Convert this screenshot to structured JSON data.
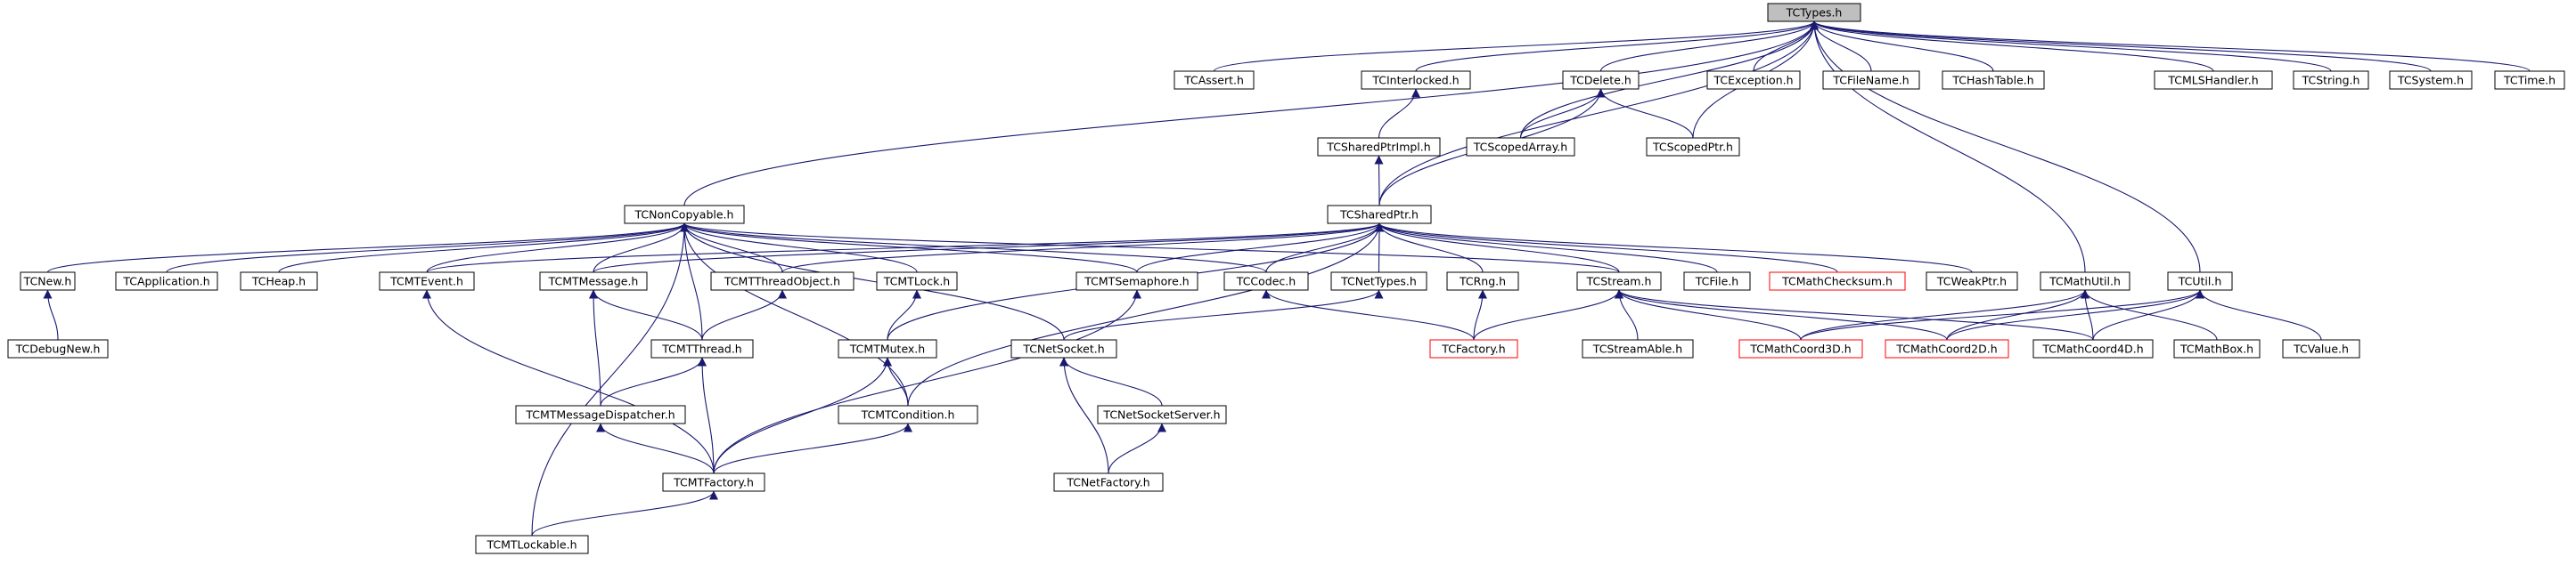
{
  "colors": {
    "edge": "#191970",
    "root_fill": "#bfbfbf",
    "missing_border": "#ff0000"
  },
  "nodes": [
    {
      "id": "types",
      "label": "TCTypes.h",
      "root": true
    },
    {
      "id": "noncopy",
      "label": "TCNonCopyable.h"
    },
    {
      "id": "assert",
      "label": "TCAssert.h"
    },
    {
      "id": "interlocked",
      "label": "TCInterlocked.h"
    },
    {
      "id": "delete",
      "label": "TCDelete.h"
    },
    {
      "id": "exception",
      "label": "TCException.h"
    },
    {
      "id": "filename",
      "label": "TCFileName.h"
    },
    {
      "id": "hashtable",
      "label": "TCHashTable.h"
    },
    {
      "id": "mlshandler",
      "label": "TCMLSHandler.h"
    },
    {
      "id": "string",
      "label": "TCString.h"
    },
    {
      "id": "system",
      "label": "TCSystem.h"
    },
    {
      "id": "time",
      "label": "TCTime.h"
    },
    {
      "id": "sharedptrimpl",
      "label": "TCSharedPtrImpl.h"
    },
    {
      "id": "scopedarray",
      "label": "TCScopedArray.h"
    },
    {
      "id": "scopedptr",
      "label": "TCScopedPtr.h"
    },
    {
      "id": "sharedptr",
      "label": "TCSharedPtr.h"
    },
    {
      "id": "new",
      "label": "TCNew.h"
    },
    {
      "id": "application",
      "label": "TCApplication.h"
    },
    {
      "id": "heap",
      "label": "TCHeap.h"
    },
    {
      "id": "mtevent",
      "label": "TCMTEvent.h"
    },
    {
      "id": "mtmessage",
      "label": "TCMTMessage.h"
    },
    {
      "id": "mtthreadobject",
      "label": "TCMTThreadObject.h"
    },
    {
      "id": "mtlock",
      "label": "TCMTLock.h"
    },
    {
      "id": "mtsemaphore",
      "label": "TCMTSemaphore.h"
    },
    {
      "id": "codec",
      "label": "TCCodec.h"
    },
    {
      "id": "nettypes",
      "label": "TCNetTypes.h"
    },
    {
      "id": "rng",
      "label": "TCRng.h"
    },
    {
      "id": "stream",
      "label": "TCStream.h"
    },
    {
      "id": "file",
      "label": "TCFile.h"
    },
    {
      "id": "mathchecksum",
      "label": "TCMathChecksum.h",
      "red": true
    },
    {
      "id": "weakptr",
      "label": "TCWeakPtr.h"
    },
    {
      "id": "mathutil",
      "label": "TCMathUtil.h"
    },
    {
      "id": "util",
      "label": "TCUtil.h"
    },
    {
      "id": "debugnew",
      "label": "TCDebugNew.h"
    },
    {
      "id": "mtthread",
      "label": "TCMTThread.h"
    },
    {
      "id": "mtmutex",
      "label": "TCMTMutex.h"
    },
    {
      "id": "netsocket",
      "label": "TCNetSocket.h"
    },
    {
      "id": "factory",
      "label": "TCFactory.h",
      "red": true
    },
    {
      "id": "streamable",
      "label": "TCStreamAble.h"
    },
    {
      "id": "mathcoord3d",
      "label": "TCMathCoord3D.h",
      "red": true
    },
    {
      "id": "mathcoord2d",
      "label": "TCMathCoord2D.h",
      "red": true
    },
    {
      "id": "mathcoord4d",
      "label": "TCMathCoord4D.h"
    },
    {
      "id": "mathbox",
      "label": "TCMathBox.h"
    },
    {
      "id": "value",
      "label": "TCValue.h"
    },
    {
      "id": "mtmessagedispatcher",
      "label": "TCMTMessageDispatcher.h"
    },
    {
      "id": "mtcondition",
      "label": "TCMTCondition.h"
    },
    {
      "id": "netsocketserver",
      "label": "TCNetSocketServer.h"
    },
    {
      "id": "mtfactory",
      "label": "TCMTFactory.h"
    },
    {
      "id": "netfactory",
      "label": "TCNetFactory.h"
    },
    {
      "id": "mtlockable",
      "label": "TCMTLockable.h"
    }
  ],
  "edges": [
    [
      "noncopy",
      "types"
    ],
    [
      "assert",
      "types"
    ],
    [
      "interlocked",
      "types"
    ],
    [
      "delete",
      "types"
    ],
    [
      "exception",
      "types"
    ],
    [
      "filename",
      "types"
    ],
    [
      "hashtable",
      "types"
    ],
    [
      "mlshandler",
      "types"
    ],
    [
      "string",
      "types"
    ],
    [
      "system",
      "types"
    ],
    [
      "time",
      "types"
    ],
    [
      "sharedptr",
      "types"
    ],
    [
      "scopedarray",
      "types"
    ],
    [
      "scopedptr",
      "types"
    ],
    [
      "mathutil",
      "types"
    ],
    [
      "util",
      "types"
    ],
    [
      "sharedptrimpl",
      "interlocked"
    ],
    [
      "scopedarray",
      "delete"
    ],
    [
      "scopedptr",
      "delete"
    ],
    [
      "sharedptr",
      "delete"
    ],
    [
      "sharedptr",
      "sharedptrimpl"
    ],
    [
      "new",
      "noncopy"
    ],
    [
      "application",
      "noncopy"
    ],
    [
      "heap",
      "noncopy"
    ],
    [
      "mtevent",
      "noncopy"
    ],
    [
      "mtmessage",
      "noncopy"
    ],
    [
      "mtthreadobject",
      "noncopy"
    ],
    [
      "mtlock",
      "noncopy"
    ],
    [
      "mtthread",
      "noncopy"
    ],
    [
      "mtsemaphore",
      "noncopy"
    ],
    [
      "codec",
      "noncopy"
    ],
    [
      "netsocket",
      "noncopy"
    ],
    [
      "stream",
      "noncopy"
    ],
    [
      "mtcondition",
      "noncopy"
    ],
    [
      "mtlockable",
      "noncopy"
    ],
    [
      "mtevent",
      "sharedptr"
    ],
    [
      "mtmessage",
      "sharedptr"
    ],
    [
      "mtthreadobject",
      "sharedptr"
    ],
    [
      "mtsemaphore",
      "sharedptr"
    ],
    [
      "codec",
      "sharedptr"
    ],
    [
      "nettypes",
      "sharedptr"
    ],
    [
      "rng",
      "sharedptr"
    ],
    [
      "stream",
      "sharedptr"
    ],
    [
      "file",
      "sharedptr"
    ],
    [
      "mathchecksum",
      "sharedptr"
    ],
    [
      "weakptr",
      "sharedptr"
    ],
    [
      "mtmutex",
      "sharedptr"
    ],
    [
      "mtcondition",
      "sharedptr"
    ],
    [
      "debugnew",
      "new"
    ],
    [
      "mtthread",
      "mtmessage"
    ],
    [
      "mtmessagedispatcher",
      "mtmessage"
    ],
    [
      "mtthread",
      "mtthreadobject"
    ],
    [
      "mtmutex",
      "mtlock"
    ],
    [
      "factory",
      "codec"
    ],
    [
      "netsocket",
      "nettypes"
    ],
    [
      "factory",
      "rng"
    ],
    [
      "factory",
      "stream"
    ],
    [
      "streamable",
      "stream"
    ],
    [
      "mathcoord3d",
      "stream"
    ],
    [
      "mathcoord2d",
      "stream"
    ],
    [
      "mathcoord4d",
      "stream"
    ],
    [
      "mathcoord3d",
      "mathutil"
    ],
    [
      "mathcoord2d",
      "mathutil"
    ],
    [
      "mathcoord4d",
      "mathutil"
    ],
    [
      "mathbox",
      "mathutil"
    ],
    [
      "mathcoord3d",
      "util"
    ],
    [
      "mathcoord2d",
      "util"
    ],
    [
      "mathcoord4d",
      "util"
    ],
    [
      "value",
      "util"
    ],
    [
      "mtfactory",
      "mtevent"
    ],
    [
      "mtmessagedispatcher",
      "mtthread"
    ],
    [
      "mtfactory",
      "mtthread"
    ],
    [
      "mtfactory",
      "mtsemaphore"
    ],
    [
      "mtcondition",
      "mtmutex"
    ],
    [
      "mtfactory",
      "mtmutex"
    ],
    [
      "netsocketserver",
      "netsocket"
    ],
    [
      "netfactory",
      "netsocket"
    ],
    [
      "mtfactory",
      "mtmessagedispatcher"
    ],
    [
      "mtfactory",
      "mtcondition"
    ],
    [
      "netfactory",
      "netsocketserver"
    ],
    [
      "mtlockable",
      "mtfactory"
    ]
  ]
}
